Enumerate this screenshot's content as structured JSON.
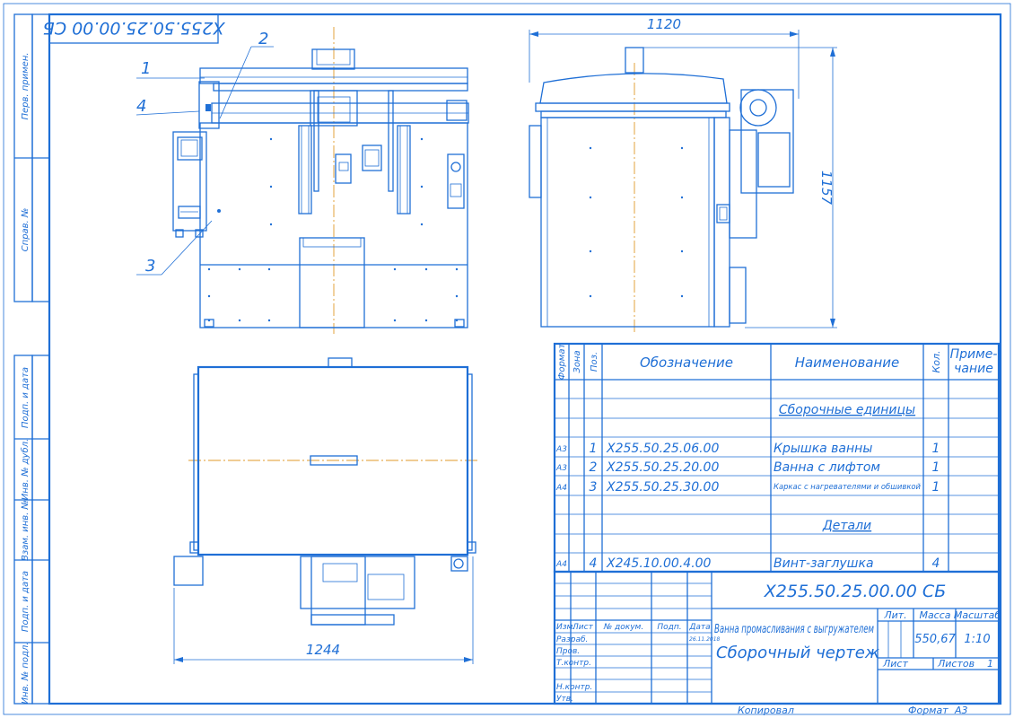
{
  "drawing": {
    "designation": "X255.50.25.00.00 СБ",
    "designation_mirrored": "X255.50.25.00.00 СБ",
    "title": "Ванна промасливания с выгружателем",
    "doc_type": "Сборочный чертеж",
    "mass": "550,67",
    "scale": "1:10",
    "sheet_label": "Лист",
    "sheet_count_label": "Листов",
    "sheet_count": "1",
    "copied_by": "Копировал",
    "format_label": "Формат",
    "format": "A3",
    "date": "26.11.2018"
  },
  "dimensions": {
    "top_width": "1120",
    "right_height": "1157",
    "bottom_width": "1244"
  },
  "callouts": [
    "1",
    "2",
    "3",
    "4"
  ],
  "side_labels": [
    "Перв. примен.",
    "Справ. №",
    "Подп. и дата",
    "Инв. № дубл.",
    "Взам. инв. №",
    "Подп. и дата",
    "Инв. № подл."
  ],
  "spec": {
    "headers": {
      "format": "Формат",
      "zone": "Зона",
      "pos": "Поз.",
      "designation": "Обозначение",
      "name": "Наименование",
      "qty": "Кол.",
      "note_line1": "Приме-",
      "note_line2": "чание"
    },
    "section_assemblies": "Сборочные единицы",
    "section_parts": "Детали",
    "rows": [
      {
        "format": "A3",
        "pos": "1",
        "designation": "X255.50.25.06.00",
        "name": "Крышка ванны",
        "qty": "1"
      },
      {
        "format": "A3",
        "pos": "2",
        "designation": "X255.50.25.20.00",
        "name": "Ванна с лифтом",
        "qty": "1"
      },
      {
        "format": "A4",
        "pos": "3",
        "designation": "X255.50.25.30.00",
        "name": "Каркас с нагревателями и обшивкой",
        "qty": "1"
      },
      {
        "format": "A4",
        "pos": "4",
        "designation": "X245.10.00.4.00",
        "name": "Винт-заглушка",
        "qty": "4"
      }
    ]
  },
  "title_block": {
    "col_izm": "Изм.",
    "col_list": "Лист",
    "col_docnum": "№ докум.",
    "col_sign": "Подп.",
    "col_date": "Дата",
    "roles": [
      "Разраб.",
      "Пров.",
      "Т.контр.",
      "",
      "Н.контр.",
      "Утв."
    ],
    "lit": "Лит.",
    "mass_label": "Масса",
    "scale_label": "Масштаб"
  },
  "colors": {
    "line": "#1f6fd6",
    "center_line": "#e09a2a",
    "background": "#ffffff"
  }
}
